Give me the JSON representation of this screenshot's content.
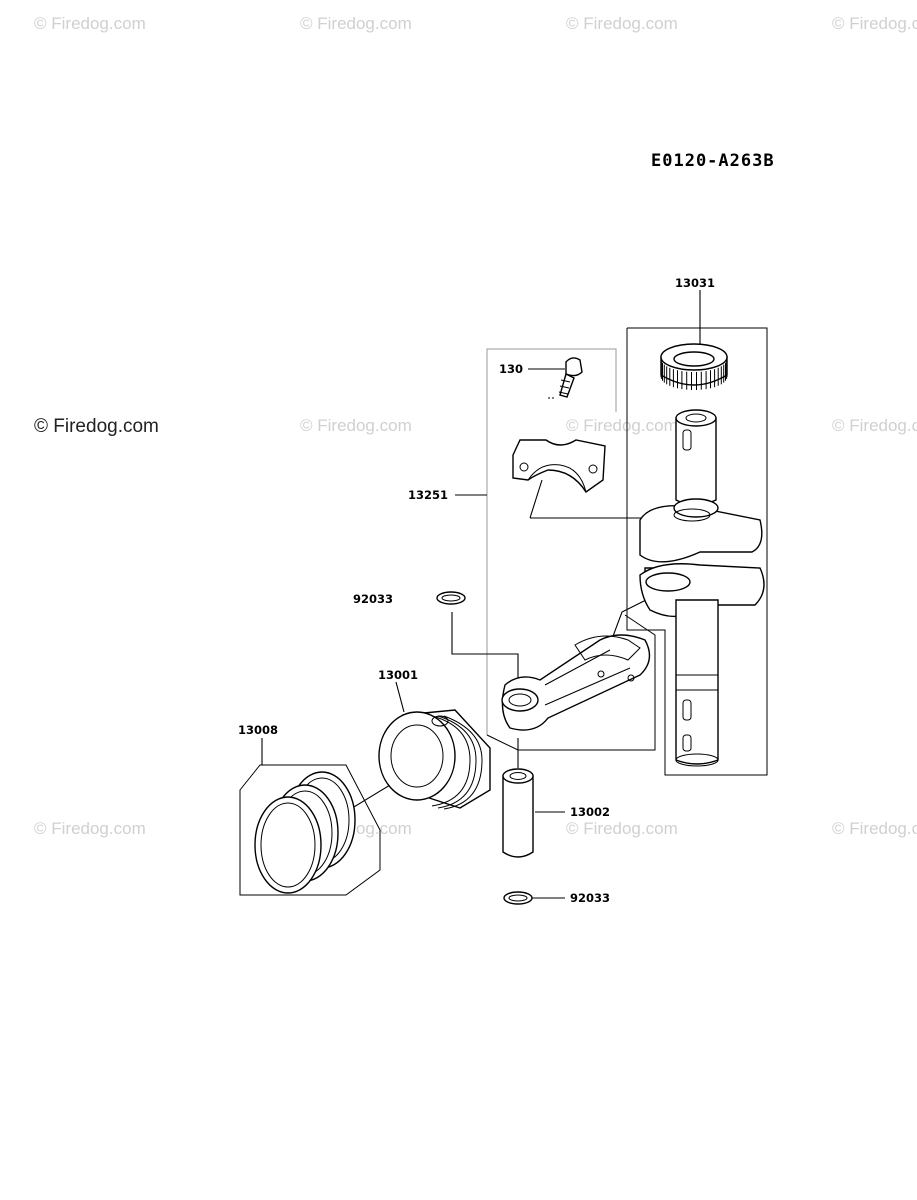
{
  "watermarks": {
    "text": "© Firedog.com",
    "prominent": "© Firedog.com"
  },
  "diagram_code": "E0120-A263B",
  "parts": {
    "gear_crankshaft": "13031",
    "bolt": "130",
    "bearing_cap": "13251",
    "circlip_top": "92033",
    "piston": "13001",
    "ring_set": "13008",
    "piston_pin": "13002",
    "circlip_bottom": "92033"
  }
}
